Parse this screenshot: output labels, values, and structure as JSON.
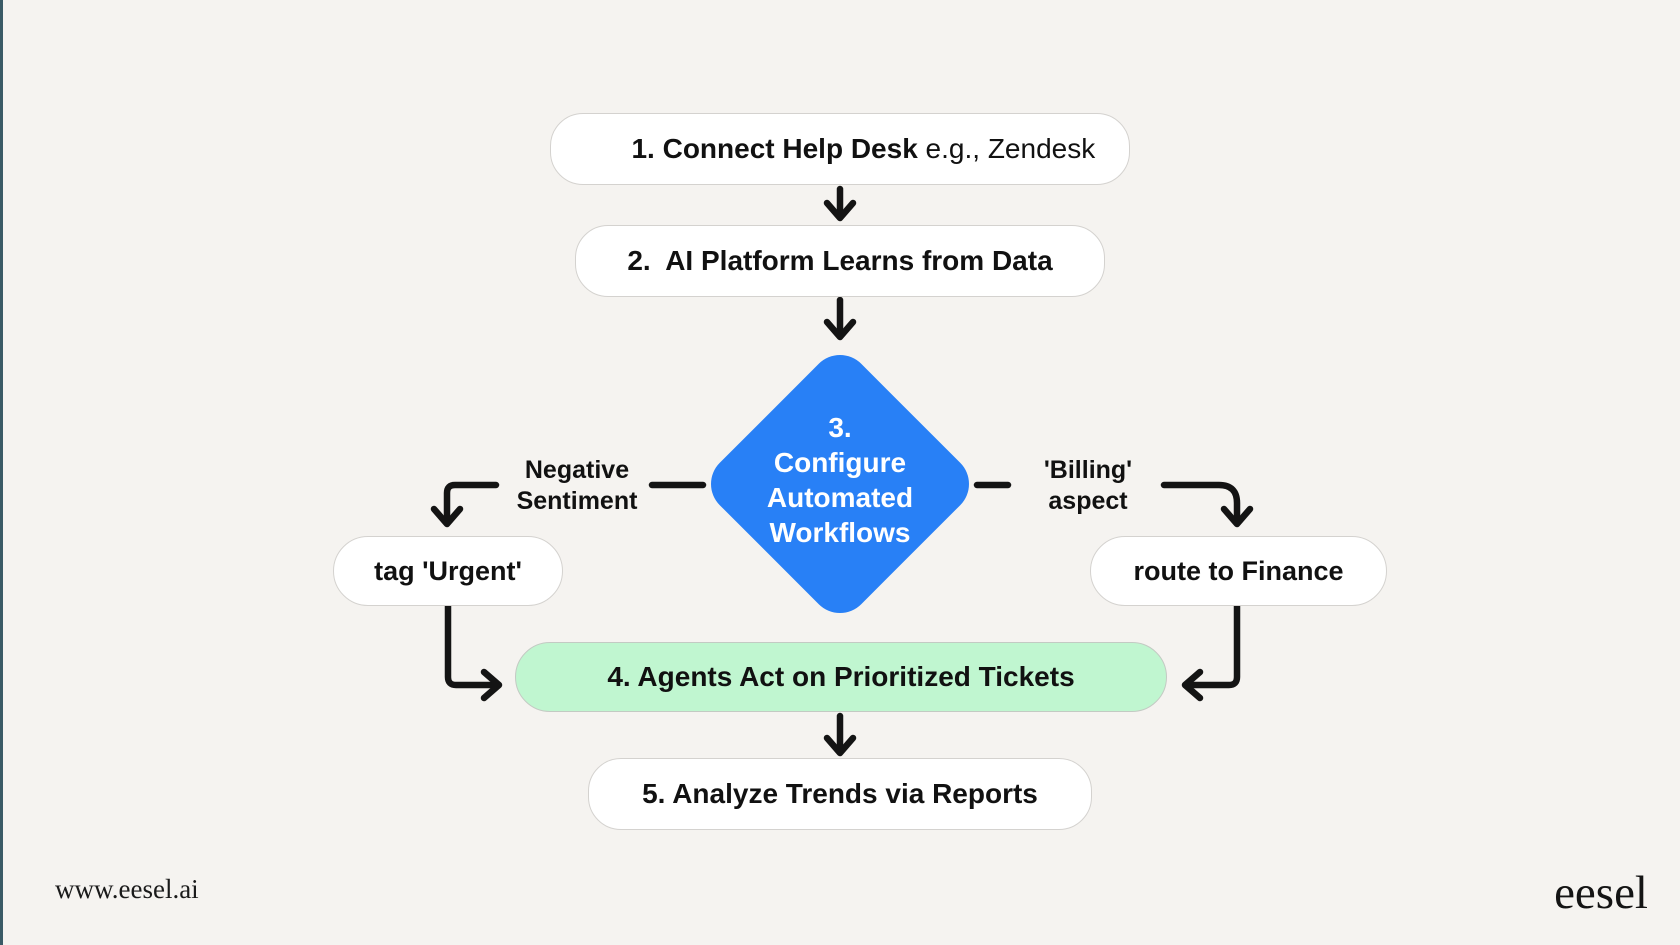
{
  "page": {
    "background_color": "#f5f3f0",
    "left_edge_color": "#3a5a66"
  },
  "flowchart": {
    "step1": {
      "bold": "1. Connect Help Desk",
      "regular": " e.g., Zendesk"
    },
    "step2": {
      "label": "2.  AI Platform Learns from Data"
    },
    "step3": {
      "label": "3.\nConfigure\nAutomated\nWorkflows",
      "fill_color": "#2880f6",
      "text_color": "#ffffff"
    },
    "branch_left": {
      "condition": "Negative\nSentiment",
      "action": "tag 'Urgent'"
    },
    "branch_right": {
      "condition": "'Billing'\naspect",
      "action": "route to Finance"
    },
    "step4": {
      "label": "4. Agents Act on Prioritized Tickets",
      "fill_color": "#c0f6d0"
    },
    "step5": {
      "label": "5. Analyze Trends via Reports"
    },
    "connector_color": "#141414"
  },
  "footer": {
    "site_url": "www.eesel.ai",
    "logo_text": "eesel"
  }
}
